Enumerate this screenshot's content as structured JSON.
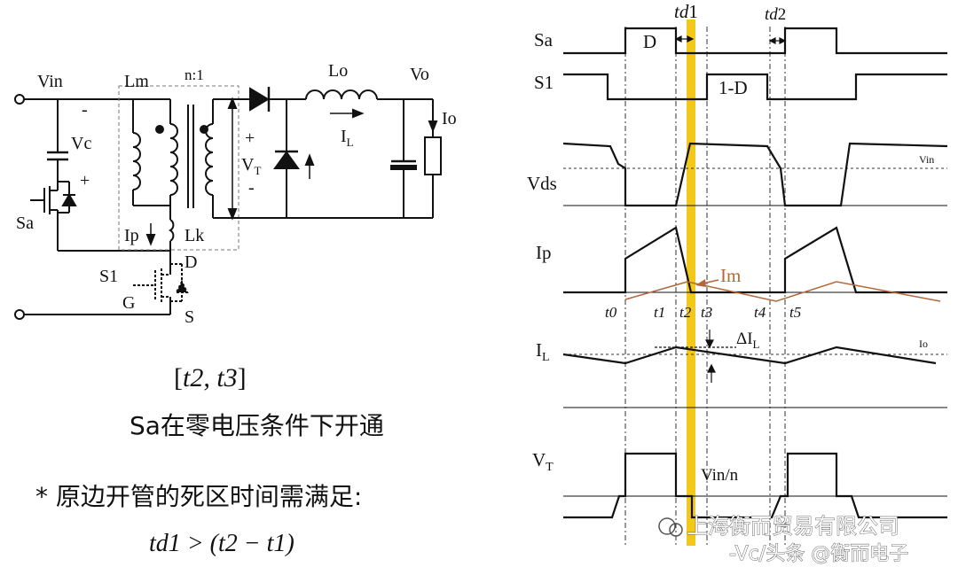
{
  "circuit": {
    "vin": "Vin",
    "minus_top": "-",
    "lm": "Lm",
    "ratio": "n:1",
    "lo": "Lo",
    "vo": "Vo",
    "vc": "Vc",
    "plus_cap": "+",
    "sa": "Sa",
    "plus_sec": "+",
    "vt_v": "V",
    "vt_sub": "T",
    "minus_sec": "-",
    "il_i": "I",
    "il_sub": "L",
    "io": "Io",
    "ip": "Ip",
    "lk": "Lk",
    "s1": "S1",
    "g": "G",
    "d": "D",
    "s": "S"
  },
  "text": {
    "interval_open": "[",
    "interval_vars": "t2, t3",
    "interval_close": "]",
    "line1": "Sa在零电压条件下开通",
    "line2": "* 原边开管的死区时间需满足:",
    "formula": "td1 > (t2 − t1)"
  },
  "waveforms": {
    "td1_t": "td",
    "td1_n": "1",
    "td2_t": "td",
    "td2_n": "2",
    "sa": "Sa",
    "d_box": "D",
    "s1": "S1",
    "one_minus_d": "1-D",
    "vds": "Vds",
    "vin_small": "Vin",
    "ip": "Ip",
    "im": "Im",
    "t0": "t0",
    "t1": "t1",
    "t2": "t2",
    "t3": "t3",
    "t4": "t4",
    "t5": "t5",
    "il_i": "I",
    "il_sub": "L",
    "delta_il": "ΔI",
    "delta_il_sub": "L",
    "io": "Io",
    "vt_v": "V",
    "vt_sub": "T",
    "vin_n": "Vin/n"
  },
  "watermark": {
    "company": "上海衡而贸易有限公司",
    "source": "-Vc/头条 @衡而电子"
  },
  "colors": {
    "ink": "#111111",
    "highlight": "#f2c81b",
    "im_curve": "#b4683a",
    "dashed_box": "#777777"
  }
}
